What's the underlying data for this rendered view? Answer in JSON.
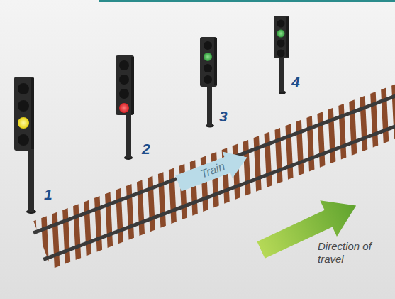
{
  "diagram": {
    "nodes": [
      {
        "text": [
          "Train"
        ]
      }
    ],
    "labels": [
      "1",
      "2",
      "3",
      "4",
      "Direction of travel"
    ]
  }
}
